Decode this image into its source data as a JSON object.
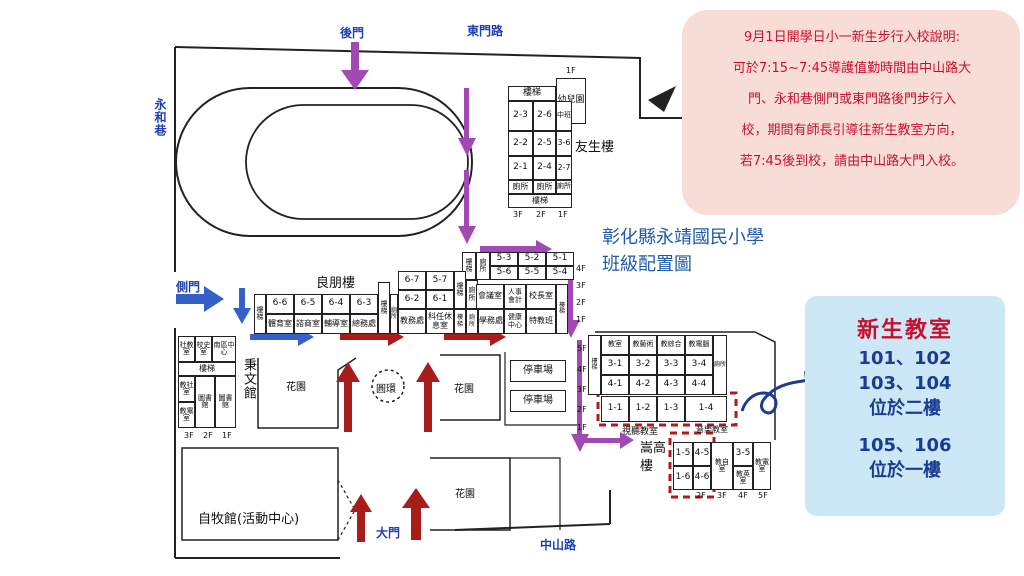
{
  "notice": {
    "lines": [
      "9月1日開學日小一新生步行入校說明:",
      "可於7:15~7:45導護值勤時間由中山路大",
      "門、永和巷側門或東門路後門步行入",
      "校，期間有師長引導往新生教室方向，",
      "若7:45後到校，請由中山路大門入校。"
    ]
  },
  "new_students": {
    "heading": "新生教室",
    "lines": [
      "101、102",
      "103、104",
      "位於二樓",
      "",
      "105、106",
      "位於一樓"
    ]
  },
  "school": {
    "name": "彰化縣永靖國民小學",
    "subtitle": "班級配置圖"
  },
  "roads": {
    "back_gate": "後門",
    "dongmen_road": "東門路",
    "yonghe_lane": "永和巷",
    "side_gate": "側門",
    "main_gate": "大門",
    "zhongshan_road": "中山路"
  },
  "buildings": {
    "yousheng": "友生樓",
    "liangpeng": "良朋樓",
    "bingwen": "秉文館",
    "songgao": "嵩高樓",
    "zimu": "自牧館(活動中心)"
  },
  "areas": {
    "garden1": "花園",
    "roundabout": "圓環",
    "garden2": "花園",
    "garden3": "花園",
    "parking1": "停車場",
    "parking2": "停車場",
    "av_room": "視聽教室",
    "music_room": "音樂教室"
  },
  "yousheng_cells": {
    "floor_top": "1F",
    "stairs1": "樓梯",
    "kindergarten": "幼兒園",
    "r23": "2-3",
    "r26": "2-6",
    "zhongyi": "中班",
    "r22": "2-2",
    "r25": "2-5",
    "r36": "3-6",
    "r21": "2-1",
    "r24": "2-4",
    "r27": "2-7",
    "wc1": "廁所",
    "wc2": "廁所",
    "wc3": "廁所",
    "stairs2": "樓梯",
    "floors": [
      "3F",
      "2F",
      "1F"
    ]
  },
  "lp_upper": {
    "stairs": "樓梯",
    "wc": "廁所",
    "r53": "5-3",
    "r52": "5-2",
    "r51": "5-1",
    "r56": "5-6",
    "r55": "5-5",
    "r54": "5-4",
    "r67": "6-7",
    "r57": "5-7",
    "r62": "6-2",
    "r61": "6-1",
    "stairs2": "樓梯",
    "wc2": "廁所"
  },
  "lp_floor_labels": [
    "4F",
    "3F",
    "2F",
    "1F"
  ],
  "lp_lower": {
    "stairs": "樓梯",
    "r66": "6-6",
    "r65": "6-5",
    "r64": "6-4",
    "r63": "6-3",
    "stairs2": "樓梯",
    "wc": "廁所",
    "stairs3": "樓梯",
    "wc2": "廁所",
    "stairs4": "樓梯",
    "r1": "體育室",
    "r2": "諮商室",
    "r3": "輔導室",
    "r4": "總務處",
    "r5": "教務處",
    "r6": "科任休息室",
    "r7": "學務處",
    "r8": "會議室",
    "r9": "人事會計",
    "r10": "健康中心",
    "r11": "校長室",
    "r12": "特教班"
  },
  "bingwen_cells": {
    "c1": "社教室",
    "c2": "校史室",
    "c3": "南區中心",
    "stairs": "樓梯",
    "c4": "教社室",
    "c5": "教電室",
    "c6": "圖書館",
    "c7": "圖書館",
    "floors": [
      "3F",
      "2F",
      "1F"
    ]
  },
  "songgao_cells": {
    "r1a": "教室",
    "r1b": "教藝術",
    "r1c": "教綜合",
    "r1d": "教電腦",
    "wc": "廁所",
    "r31": "3-1",
    "r32": "3-2",
    "r33": "3-3",
    "r34": "3-4",
    "r41": "4-1",
    "r42": "4-2",
    "r43": "4-3",
    "r44": "4-4",
    "r11": "1-1",
    "r12": "1-2",
    "r13": "1-3",
    "r14": "1-4",
    "stairs": "樓梯",
    "floors": [
      "5F",
      "4F",
      "3F",
      "2F",
      "1F"
    ]
  },
  "annex_cells": {
    "r15": "1-5",
    "r45": "4-5",
    "r16": "1-6",
    "r46": "4-6",
    "r35": "3-5",
    "a1": "教自室",
    "a2": "教英室",
    "a3": "教電室",
    "floors": [
      "2F",
      "3F",
      "4F",
      "5F"
    ]
  }
}
